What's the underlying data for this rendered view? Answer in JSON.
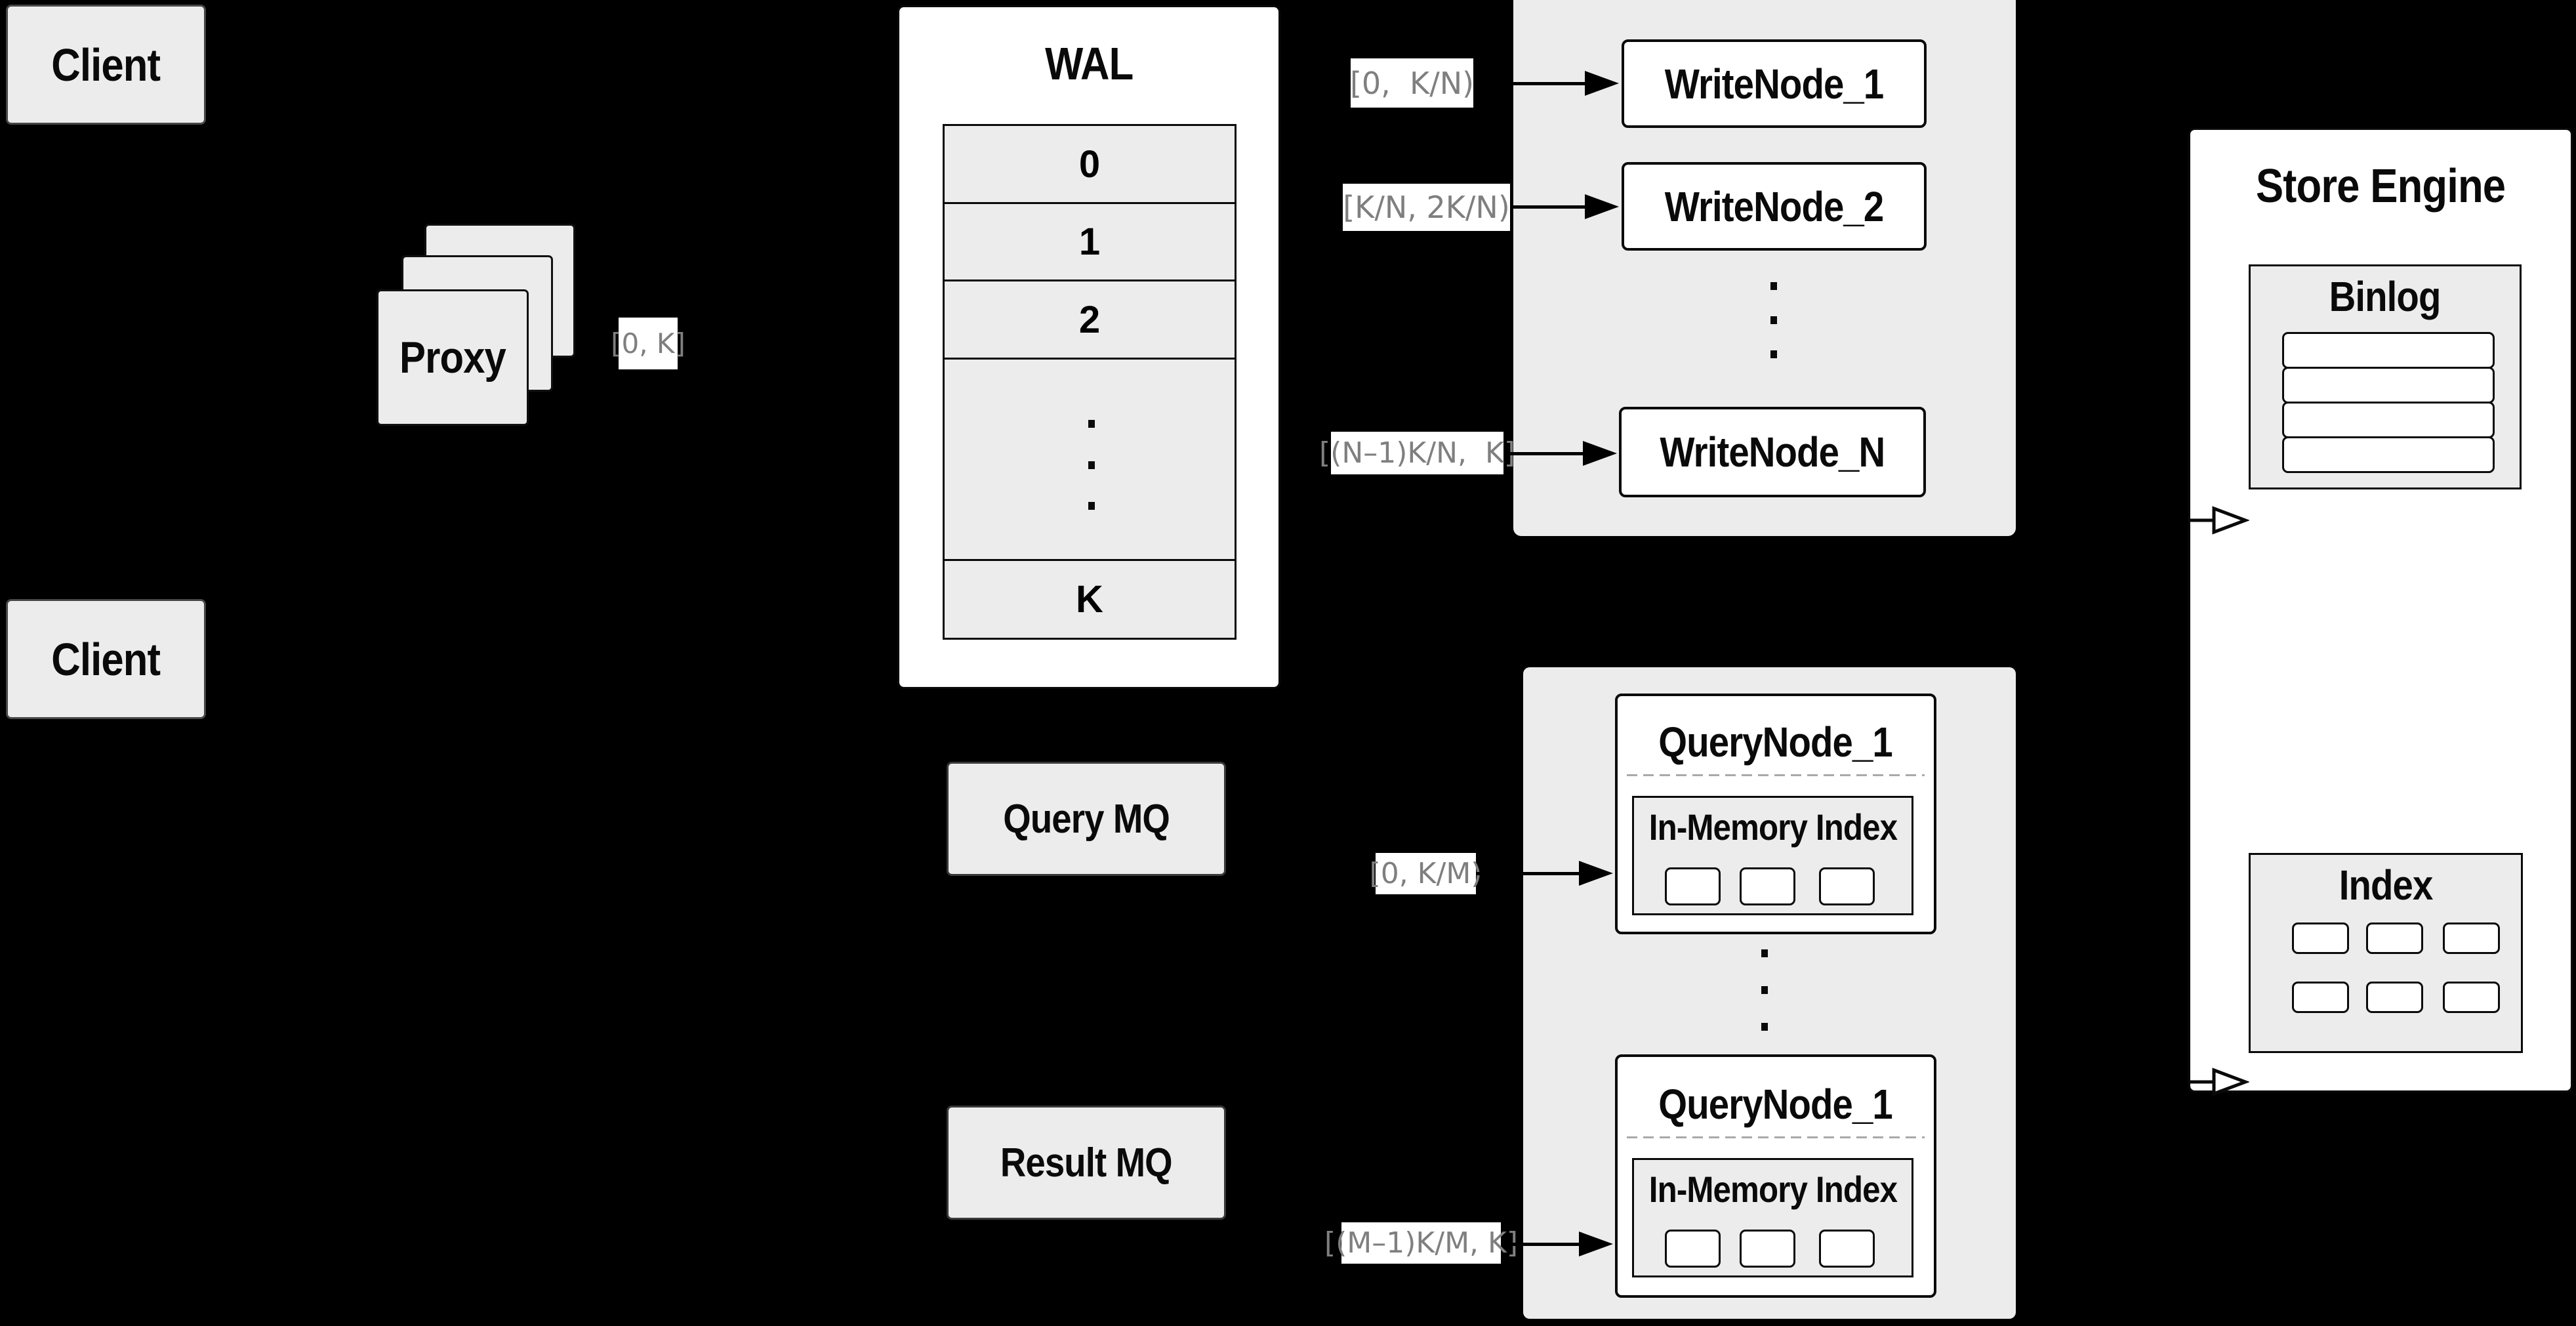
{
  "colors": {
    "background": "#000000",
    "panel_gray": "#ececec",
    "node_white": "#ffffff",
    "stroke_black": "#0a0a0a",
    "chip_text_gray": "#7f7f7f",
    "dash_gray": "#a9a9a9"
  },
  "clients": {
    "top": "Client",
    "bottom": "Client"
  },
  "proxy": {
    "label": "Proxy"
  },
  "chips": {
    "proxy_out": "[0, K]",
    "write_1": "[0,  K/N)",
    "write_2": "[K/N, 2K/N)",
    "write_n": "[(N–1)K/N,  K]",
    "query_1": "[0, K/M)",
    "query_m": "[(M–1)K/M, K]"
  },
  "wal": {
    "title": "WAL",
    "rows": [
      "0",
      "1",
      "2"
    ],
    "last_row": "K"
  },
  "write_nodes": {
    "node_1": "WriteNode_1",
    "node_2": "WriteNode_2",
    "node_n": "WriteNode_N"
  },
  "mq": {
    "query": "Query MQ",
    "result": "Result MQ"
  },
  "query_nodes": {
    "node_top": "QueryNode_1",
    "node_bottom": "QueryNode_1",
    "inner_title": "In-Memory Index"
  },
  "store_engine": {
    "title": "Store Engine",
    "binlog_title": "Binlog",
    "index_title": "Index"
  }
}
